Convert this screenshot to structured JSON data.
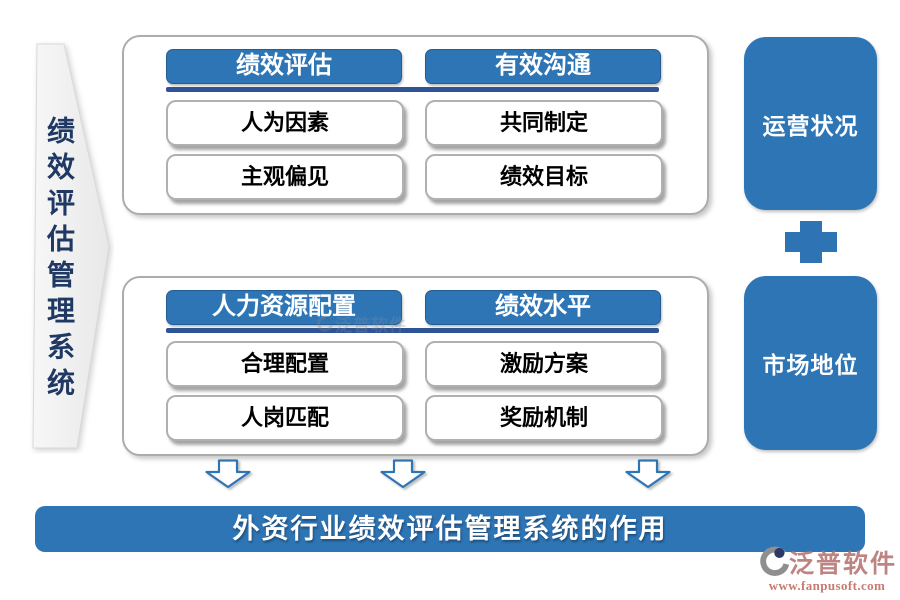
{
  "palette": {
    "primary_blue": "#2E75B6",
    "underline_blue": "#2F5496",
    "left_banner_text_navy": "#1F3864",
    "panel_border_gray": "#ACACAC",
    "item_border_gray": "#B0B0B0",
    "watermark_red": "#C97A6E"
  },
  "left_banner": {
    "label": "绩效评估管理系统"
  },
  "groups": [
    {
      "columns": [
        {
          "header": "绩效评估",
          "items": [
            "人为因素",
            "主观偏见"
          ]
        },
        {
          "header": "有效沟通",
          "items": [
            "共同制定",
            "绩效目标"
          ]
        }
      ]
    },
    {
      "columns": [
        {
          "header": "人力资源配置",
          "items": [
            "合理配置",
            "人岗匹配"
          ]
        },
        {
          "header": "绩效水平",
          "items": [
            "激励方案",
            "奖励机制"
          ]
        }
      ]
    }
  ],
  "right_column": {
    "top_box": "运营状况",
    "bottom_box": "市场地位",
    "connector": "plus"
  },
  "footer": {
    "banner": "外资行业绩效评估管理系统的作用"
  },
  "watermark": {
    "brand": "泛普软件",
    "url": "www.fanpusoft.com"
  }
}
